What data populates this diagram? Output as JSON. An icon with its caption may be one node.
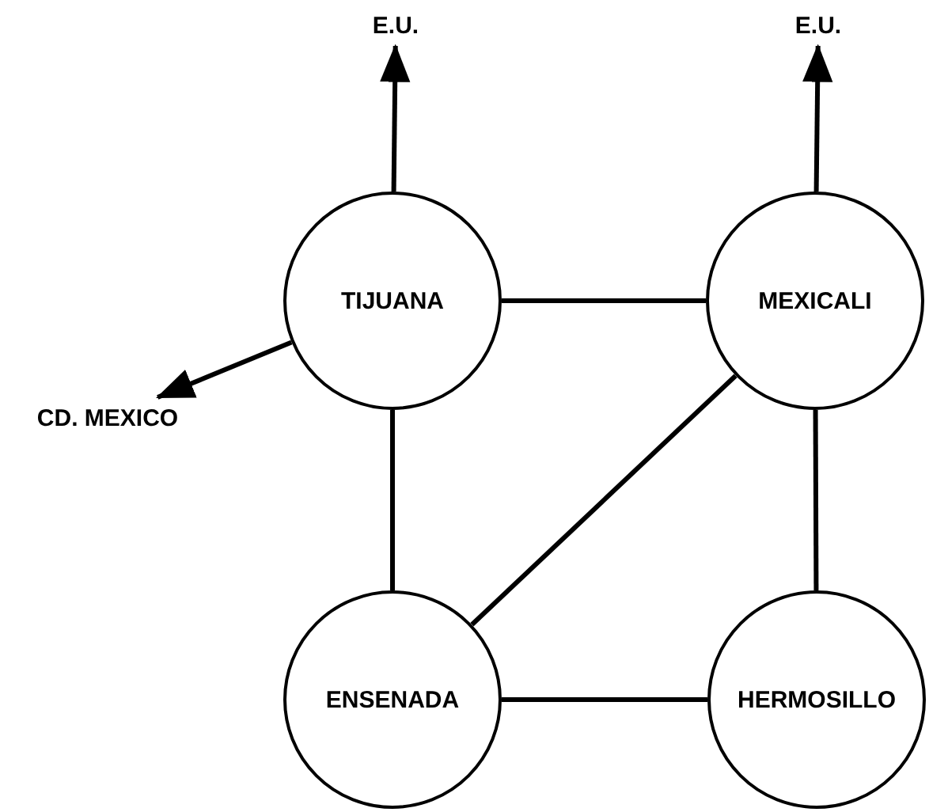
{
  "diagram": {
    "nodes": [
      {
        "text": [
          "E.U."
        ]
      },
      {
        "text": [
          "E.U."
        ]
      },
      {
        "text": [
          "TIJUANA"
        ]
      },
      {
        "text": [
          "MEXICALI"
        ]
      },
      {
        "text": [
          "CD. MEXICO"
        ]
      },
      {
        "text": [
          "ENSENADA"
        ]
      },
      {
        "text": [
          "HERMOSILLO"
        ]
      }
    ],
    "edges": [
      {
        "from": 2,
        "to": 0,
        "arrow": "to"
      },
      {
        "from": 3,
        "to": 1,
        "arrow": "to"
      },
      {
        "from": 2,
        "to": 4,
        "arrow": "to"
      },
      {
        "from": 2,
        "to": 3,
        "arrow": "none"
      },
      {
        "from": 2,
        "to": 5,
        "arrow": "none"
      },
      {
        "from": 5,
        "to": 3,
        "arrow": "none"
      },
      {
        "from": 3,
        "to": 6,
        "arrow": "none"
      },
      {
        "from": 5,
        "to": 6,
        "arrow": "none"
      }
    ]
  }
}
